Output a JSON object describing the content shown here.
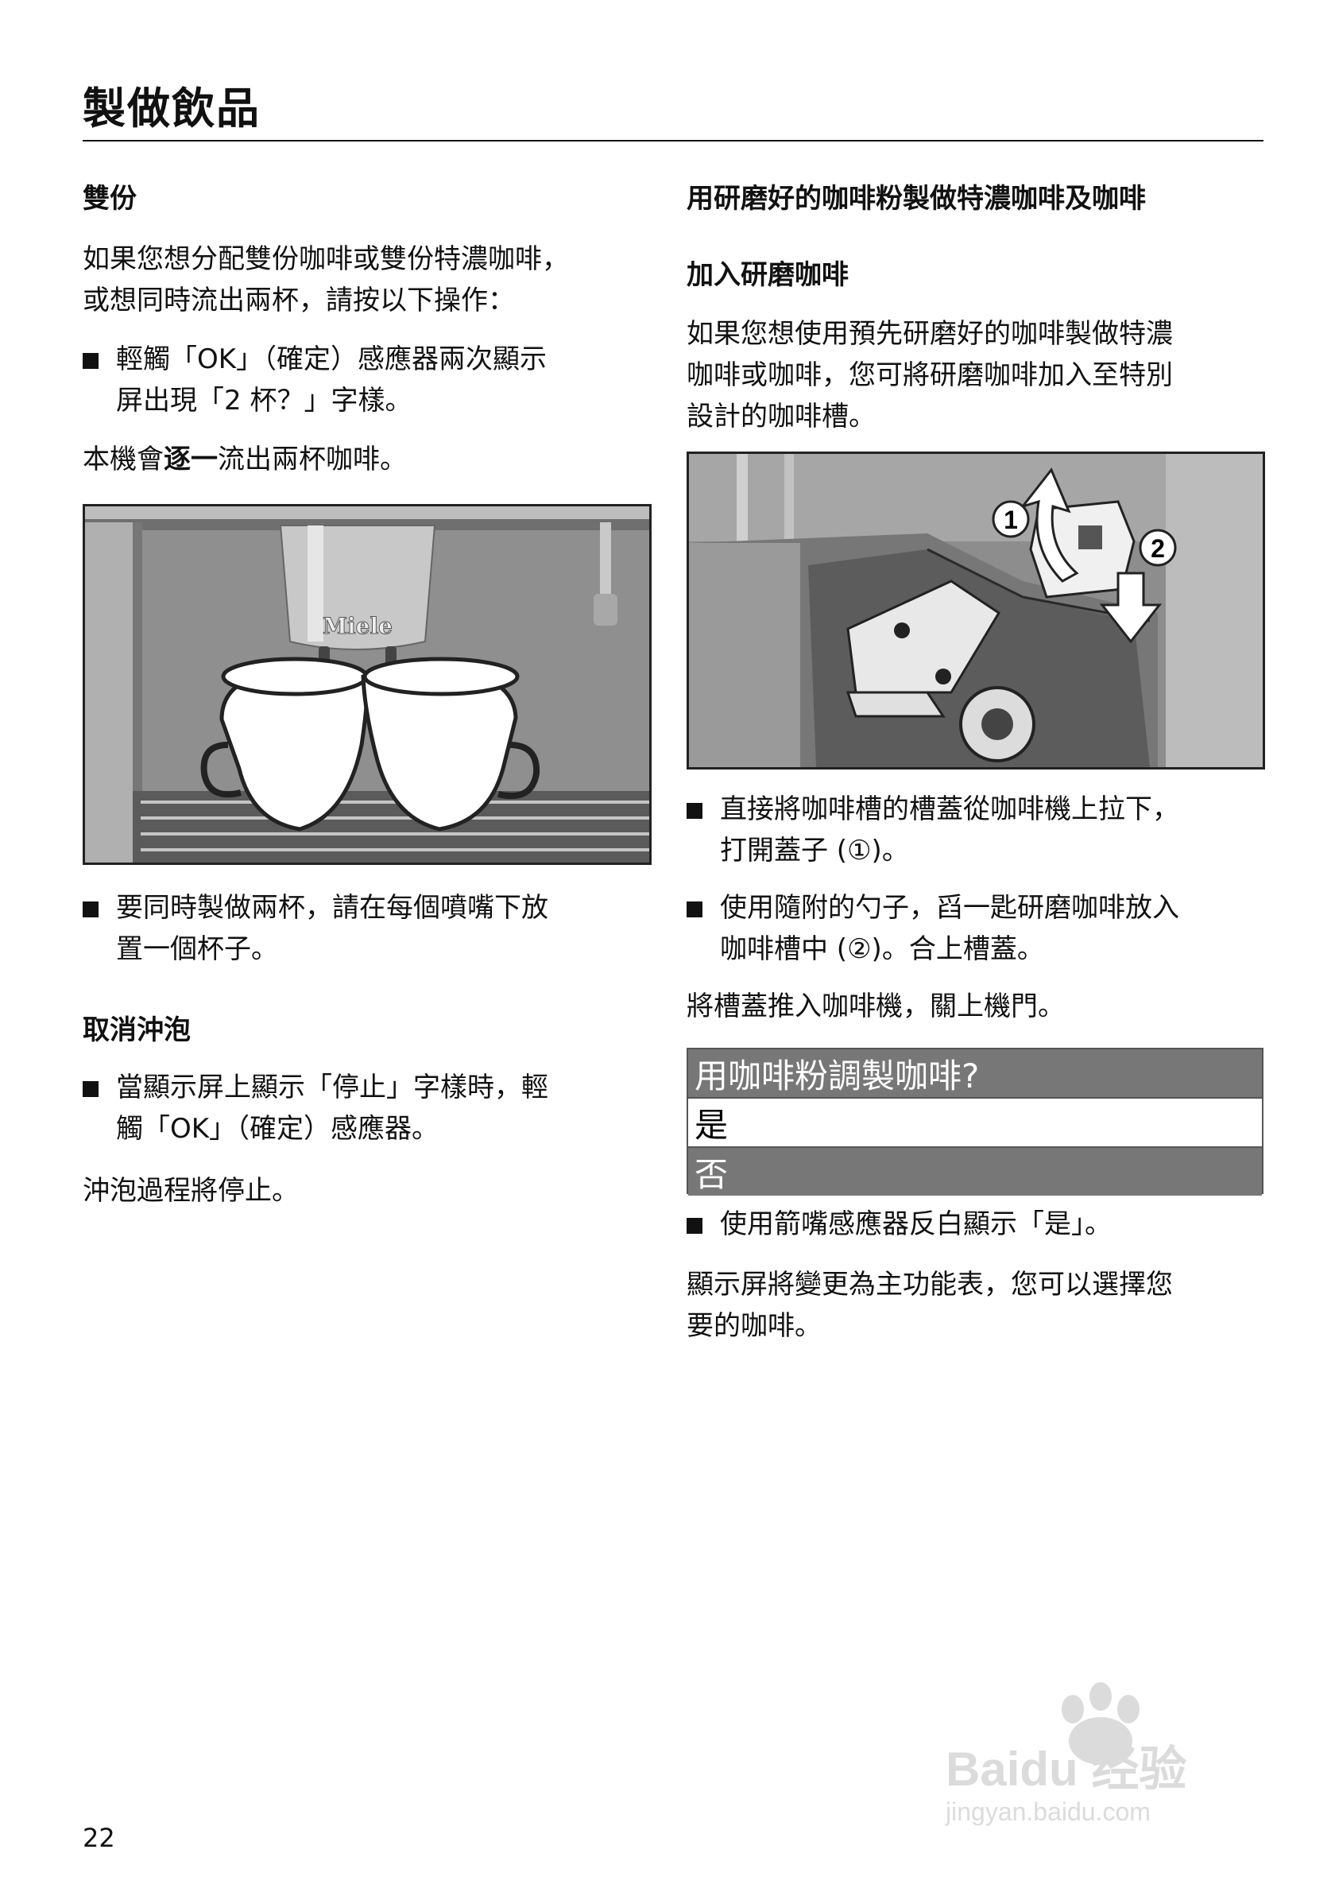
{
  "page": {
    "title": "製做飲品",
    "page_number": "22"
  },
  "left": {
    "section1": {
      "heading": "雙份",
      "intro_line1": "如果您想分配雙份咖啡或雙份特濃咖啡，",
      "intro_line2": "或想同時流出兩杯，請按以下操作：",
      "bullet1_line1": "輕觸「OK」（確定）感應器兩次顯示",
      "bullet1_line2": "屏出現「2 杯？」字樣。",
      "note_prefix": "本機會",
      "note_bold": "逐一",
      "note_suffix": "流出兩杯咖啡。",
      "figure_brand": "Miele",
      "bullet2_line1": "要同時製做兩杯，請在每個噴嘴下放",
      "bullet2_line2": "置一個杯子。"
    },
    "section2": {
      "heading": "取消沖泡",
      "bullet_line1": "當顯示屏上顯示「停止」字樣時，輕",
      "bullet_line2": "觸「OK」（確定）感應器。",
      "result": "沖泡過程將停止。"
    }
  },
  "right": {
    "heading": "用研磨好的咖啡粉製做特濃咖啡及咖啡",
    "subheading": "加入研磨咖啡",
    "intro_line1": "如果您想使用預先研磨好的咖啡製做特濃",
    "intro_line2": "咖啡或咖啡，您可將研磨咖啡加入至特別",
    "intro_line3": "設計的咖啡槽。",
    "figure_callout1": "1",
    "figure_callout2": "2",
    "bullet1_line1": "直接將咖啡槽的槽蓋從咖啡機上拉下，",
    "bullet1_line2": "打開蓋子 (①)。",
    "bullet2_line1": "使用隨附的勺子，舀一匙研磨咖啡放入",
    "bullet2_line2": "咖啡槽中 (②)。合上槽蓋。",
    "close_note": "將槽蓋推入咖啡機，關上機門。",
    "display": {
      "title": "用咖啡粉調製咖啡?",
      "option_yes": "是",
      "option_no": "否"
    },
    "bullet3": "使用箭嘴感應器反白顯示「是」。",
    "outro_line1": "顯示屏將變更為主功能表，您可以選擇您",
    "outro_line2": "要的咖啡。"
  },
  "watermark": {
    "line1": "Baidu 经验",
    "line2": "jingyan.baidu.com"
  },
  "colors": {
    "text": "#111111",
    "display_bar": "#777777",
    "figure_gray": "#8a8a8a"
  }
}
